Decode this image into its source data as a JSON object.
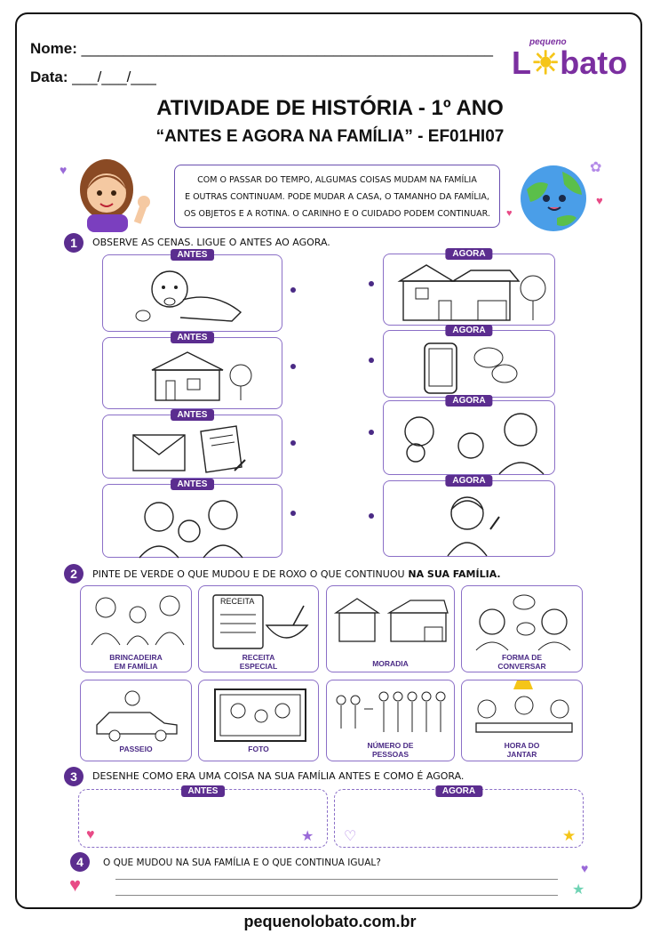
{
  "header": {
    "name_label": "Nome: ",
    "name_blank": "_________________________________________________",
    "date_label": "Data: ",
    "date_blank": "___/___/___",
    "logo_small": "pequeno",
    "logo_main_a": "L",
    "logo_main_b": "bato"
  },
  "title": "ATIVIDADE DE HISTÓRIA - 1º ANO",
  "subtitle": "“ANTES E AGORA NA FAMÍLIA” - EF01HI07",
  "intro": {
    "line1": "COM O PASSAR DO TEMPO, ALGUMAS COISAS MUDAM NA FAMÍLIA",
    "line2": "E OUTRAS CONTINUAM. PODE MUDAR A CASA, O TAMANHO DA FAMÍLIA,",
    "line3": "OS OBJETOS E A ROTINA. O CARINHO E O CUIDADO PODEM CONTINUAR."
  },
  "q1": {
    "number": "1",
    "text": "OBSERVE AS CENAS. LIGUE O ANTES AO AGORA.",
    "left_tag": "ANTES",
    "right_tag": "AGORA",
    "left_items": [
      "baby-icon",
      "old-house-icon",
      "letter-icon",
      "family-icon"
    ],
    "right_items": [
      "new-house-icon",
      "phone-icon",
      "family-now-icon",
      "boy-icon"
    ]
  },
  "q2": {
    "number": "2",
    "text_a": "PINTE DE VERDE O QUE MUDOU E DE ROXO O QUE CONTINUOU",
    "text_b": " NA SUA FAMÍLIA.",
    "cards": [
      {
        "caption": "BRINCADEIRA\nEM FAMÍLIA",
        "icon": "family-play-icon"
      },
      {
        "caption": "RECEITA\nESPECIAL",
        "icon": "recipe-icon",
        "inner": "RECEITA"
      },
      {
        "caption": "MORADIA",
        "icon": "houses-icon"
      },
      {
        "caption": "FORMA DE\nCONVERSAR",
        "icon": "conversation-icon"
      },
      {
        "caption": "PASSEIO",
        "icon": "car-icon"
      },
      {
        "caption": "FOTO",
        "icon": "photo-icon"
      },
      {
        "caption": "NÚMERO DE\nPESSOAS",
        "icon": "people-count-icon"
      },
      {
        "caption": "HORA DO\nJANTAR",
        "icon": "dinner-icon"
      }
    ]
  },
  "q3": {
    "number": "3",
    "text": "DESENHE COMO ERA UMA COISA NA SUA FAMÍLIA ANTES E COMO É AGORA.",
    "left_tag": "ANTES",
    "right_tag": "AGORA"
  },
  "q4": {
    "number": "4",
    "text": "O QUE MUDOU  NA SUA FAMÍLIA E O QUE CONTINUA IGUAL?"
  },
  "footer": "pequenolobato.com.br",
  "colors": {
    "accent": "#5b2d8f",
    "border": "#8b6fc7",
    "pink": "#e84a86",
    "yellow": "#f5c518"
  }
}
